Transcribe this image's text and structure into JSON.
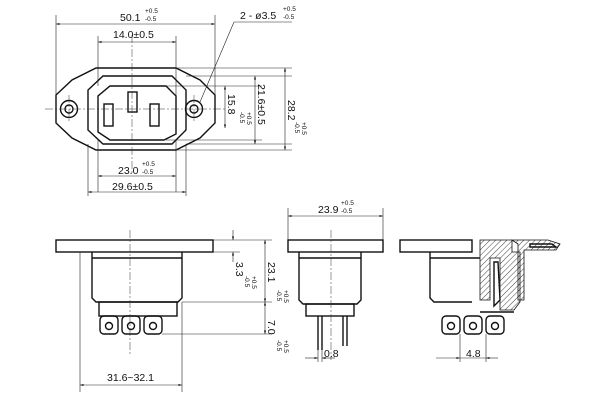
{
  "drawing": {
    "dims": {
      "overall_width": "50.1",
      "overall_width_tol_plus": "+0.5",
      "overall_width_tol_minus": "-0.5",
      "hole_spec": "2 - ø3.5",
      "hole_tol_plus": "+0.5",
      "hole_tol_minus": "-0.5",
      "inner_width": "14.0±0.5",
      "height_216": "21.6±0.5",
      "height_158": "15.8",
      "height_158_tol_plus": "+0.5",
      "height_158_tol_minus": "-0.5",
      "height_282": "28.2",
      "height_282_tol_plus": "+0.5",
      "height_282_tol_minus": "-0.5",
      "width_230": "23.0",
      "width_230_tol_plus": "+0.5",
      "width_230_tol_minus": "-0.5",
      "width_296": "29.6±0.5",
      "side_width": "23.9",
      "side_width_tol_plus": "+0.5",
      "side_width_tol_minus": "-0.5",
      "flange_33": "3.3",
      "flange_33_tol_plus": "+0.5",
      "flange_33_tol_minus": "-0.5",
      "body_231": "23.1",
      "body_231_tol_plus": "+0.5",
      "body_231_tol_minus": "-0.5",
      "terminal_70": "7.0",
      "terminal_70_tol_plus": "+0.5",
      "terminal_70_tol_minus": "-0.5",
      "cutout_range": "31.6~32.1",
      "pin_thickness": "0.8",
      "pin_spacing": "4.8"
    }
  }
}
